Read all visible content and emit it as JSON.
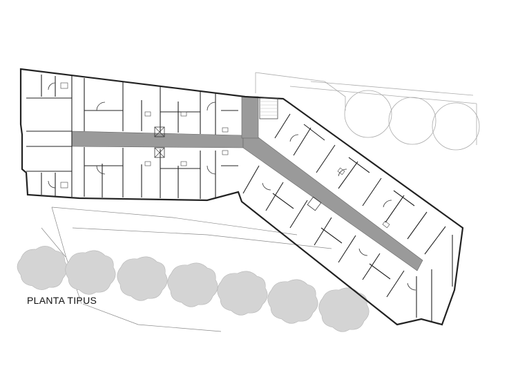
{
  "plan": {
    "label": "PLANTA TIPUS",
    "colors": {
      "walls": "#222222",
      "corridor": "#9a9a9a",
      "trees": "#d4d4d4",
      "paths": "#888888"
    },
    "icons": [
      "tree-canopy",
      "stair-hatch",
      "door-swing"
    ]
  }
}
